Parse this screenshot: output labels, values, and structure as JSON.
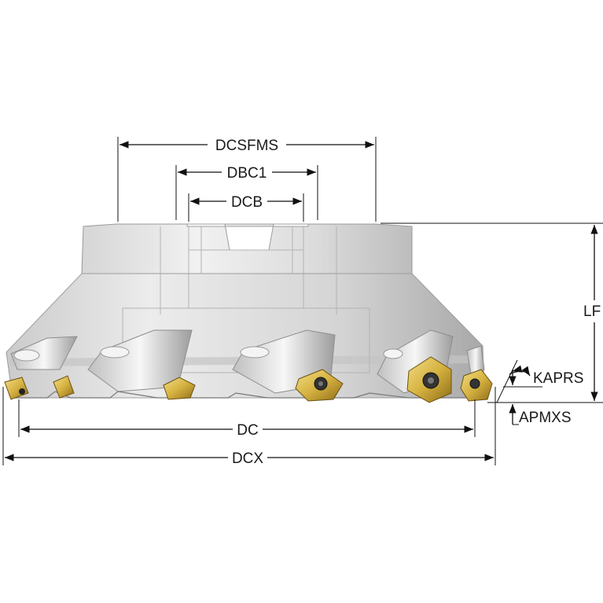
{
  "labels": {
    "dcsfms": "DCSFMS",
    "dbc1": "DBC1",
    "dcb": "DCB",
    "lf": "LF",
    "kaprs": "KAPRS",
    "apmxs": "APMXS",
    "dc": "DC",
    "dcx": "DCX"
  },
  "colors": {
    "body_light": "#e8e8e8",
    "body_mid": "#cfcfcf",
    "body_dark": "#a9a9a9",
    "insert_gold": "#d8b64a",
    "insert_dark": "#9a7a1e",
    "line": "#111111"
  }
}
